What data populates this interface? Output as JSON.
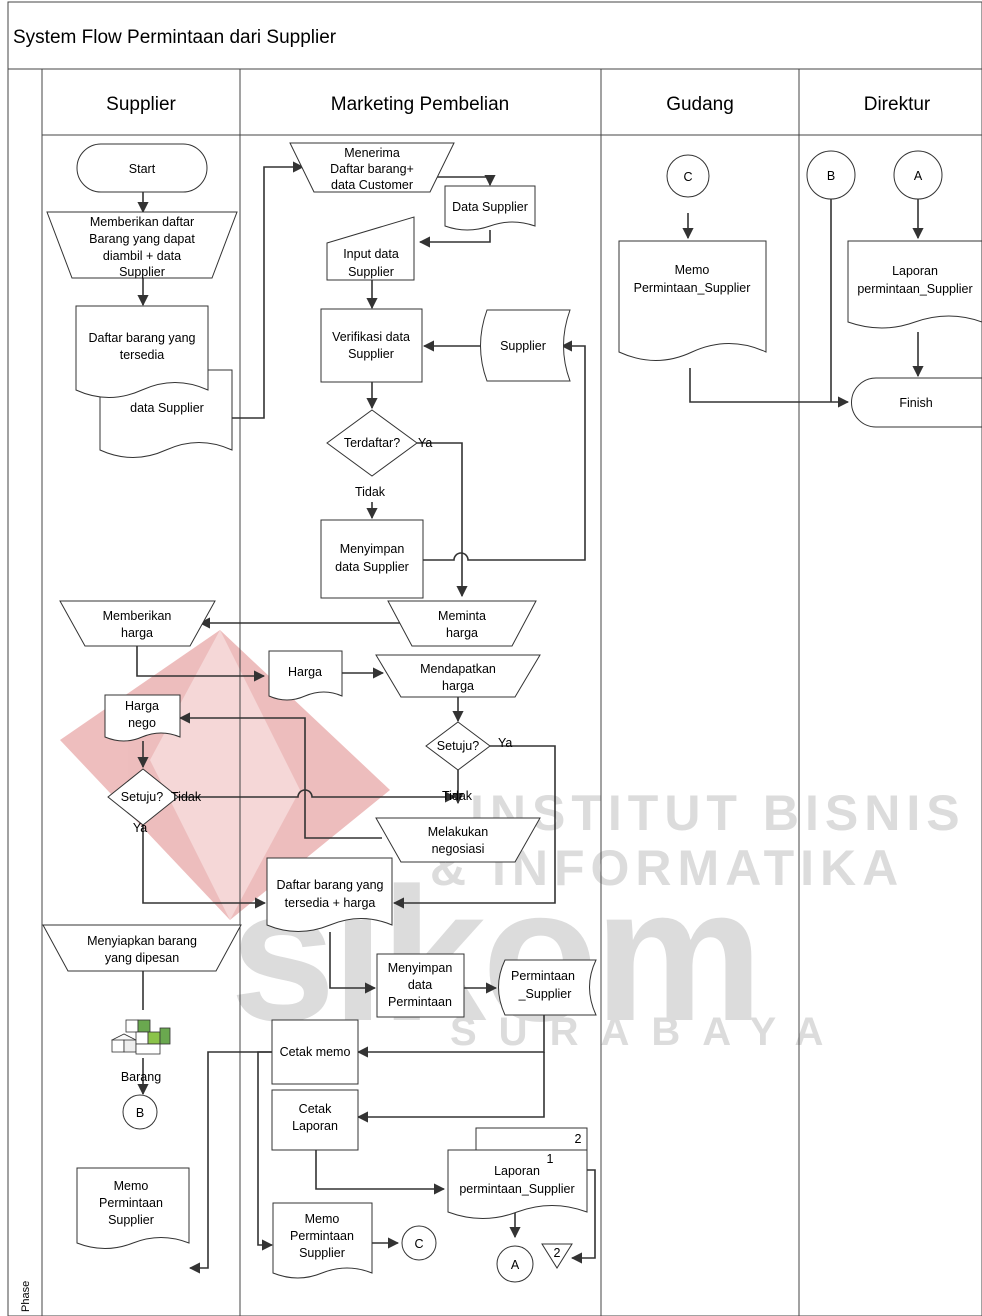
{
  "title": "System Flow Permintaan dari Supplier",
  "phase_label": "Phase",
  "lanes": [
    "Supplier",
    "Marketing Pembelian",
    "Gudang",
    "Direktur"
  ],
  "watermark": {
    "line1": "INSTITUT BISNIS",
    "line2": "& INFORMATIKA",
    "logo": "sikom",
    "city": "SURABAYA",
    "colors": {
      "red": "#e8a8a8",
      "gray": "#dcdcdc"
    }
  },
  "nodes": {
    "start": "Start",
    "memberikan_daftar": [
      "Memberikan daftar",
      "Barang yang dapat",
      "diambil + data",
      "Supplier"
    ],
    "daftar_barang": [
      "Daftar barang yang",
      "tersedia"
    ],
    "data_supplier_doc": "data Supplier",
    "menerima": [
      "Menerima",
      "Daftar barang+",
      "data Customer"
    ],
    "data_supplier_box": "Data Supplier",
    "input_data": [
      "Input data",
      "Supplier"
    ],
    "verifikasi": [
      "Verifikasi data",
      "Supplier"
    ],
    "supplier_store": "Supplier",
    "terdaftar": "Terdaftar?",
    "ya1": "Ya",
    "tidak1": "Tidak",
    "menyimpan_supplier": [
      "Menyimpan",
      "data Supplier"
    ],
    "meminta_harga": [
      "Meminta",
      "harga"
    ],
    "memberikan_harga": [
      "Memberikan",
      "harga"
    ],
    "harga_doc": "Harga",
    "mendapatkan_harga": [
      "Mendapatkan",
      "harga"
    ],
    "harga_nego": [
      "Harga",
      "nego"
    ],
    "setuju_mp": "Setuju?",
    "ya_mp": "Ya",
    "tidak_mp": "Tidak",
    "setuju_s": "Setuju?",
    "tidak_s": "Tidak",
    "ya_s": "Ya",
    "melakukan_negosiasi": [
      "Melakukan",
      "negosiasi"
    ],
    "daftar_harga": [
      "Daftar barang yang",
      "tersedia + harga"
    ],
    "menyiapkan": [
      "Menyiapkan barang",
      "yang dipesan"
    ],
    "menyimpan_permintaan": [
      "Menyimpan",
      "data",
      "Permintaan"
    ],
    "permintaan_store": [
      "Permintaan",
      "_Supplier"
    ],
    "barang": "Barang",
    "conn_b": "B",
    "cetak_memo": "Cetak memo",
    "cetak_laporan": [
      "Cetak",
      "Laporan"
    ],
    "laporan_mp": [
      "Laporan",
      "permintaan_Supplier"
    ],
    "copy_1": "1",
    "copy_2": "2",
    "memo_supplier": [
      "Memo",
      "Permintaan",
      "Supplier"
    ],
    "memo_mp": [
      "Memo",
      "Permintaan",
      "Supplier"
    ],
    "conn_c": "C",
    "conn_a": "A",
    "offpage_2": "2",
    "gudang_conn_c": "C",
    "gudang_memo": [
      "Memo",
      "Permintaan_Supplier"
    ],
    "direktur_conn_b": "B",
    "direktur_conn_a": "A",
    "direktur_laporan": [
      "Laporan",
      "permintaan_Supplier"
    ],
    "finish": "Finish"
  }
}
